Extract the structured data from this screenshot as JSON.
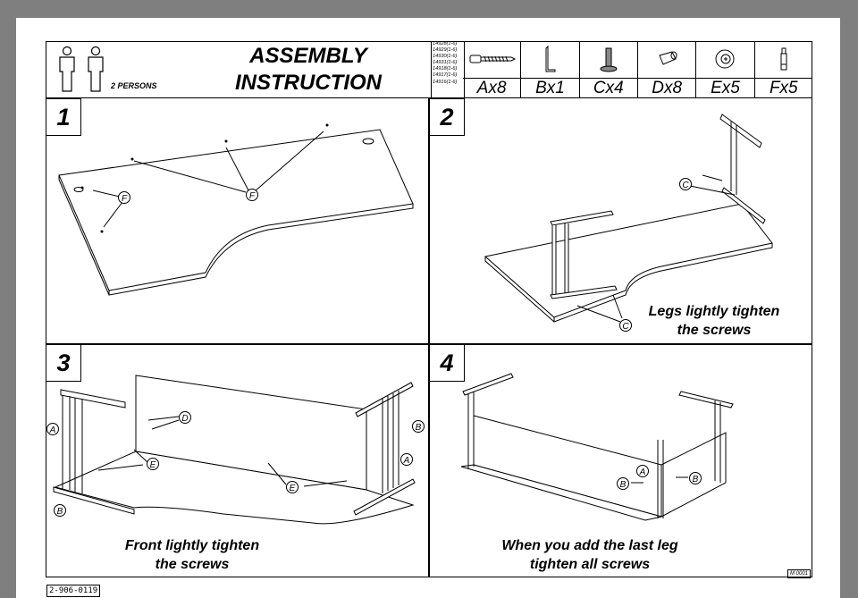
{
  "header": {
    "title_line1": "ASSEMBLY",
    "title_line2": "INSTRUCTION",
    "persons_label": "2 PERSONS",
    "part_codes": [
      "14928(1-6)",
      "14929(1-6)",
      "14930(1-6)",
      "14931(1-6)",
      "14918(1-6)",
      "14917(1-6)",
      "14916(1-6)"
    ]
  },
  "parts": [
    {
      "qty": "Ax8",
      "icon": "screw-icon"
    },
    {
      "qty": "Bx1",
      "icon": "allen-key-icon"
    },
    {
      "qty": "Cx4",
      "icon": "bolt-icon"
    },
    {
      "qty": "Dx8",
      "icon": "dowel-icon"
    },
    {
      "qty": "Ex5",
      "icon": "cam-lock-icon"
    },
    {
      "qty": "Fx5",
      "icon": "pin-icon"
    }
  ],
  "steps": [
    {
      "number": "1",
      "callouts": [
        "F",
        "F"
      ]
    },
    {
      "number": "2",
      "callouts": [
        "C",
        "C"
      ],
      "caption_line1": "Legs lightly tighten",
      "caption_line2": "the screws"
    },
    {
      "number": "3",
      "callouts": [
        "A",
        "A",
        "B",
        "B",
        "D",
        "E",
        "E"
      ],
      "caption_line1": "Front lightly tighten",
      "caption_line2": "the screws"
    },
    {
      "number": "4",
      "callouts": [
        "A",
        "B",
        "B"
      ],
      "caption_line1": "When you add the last leg",
      "caption_line2": "tighten all screws"
    }
  ],
  "footer": {
    "doc_code": "2-906-0119",
    "m_code": "M 0001"
  }
}
